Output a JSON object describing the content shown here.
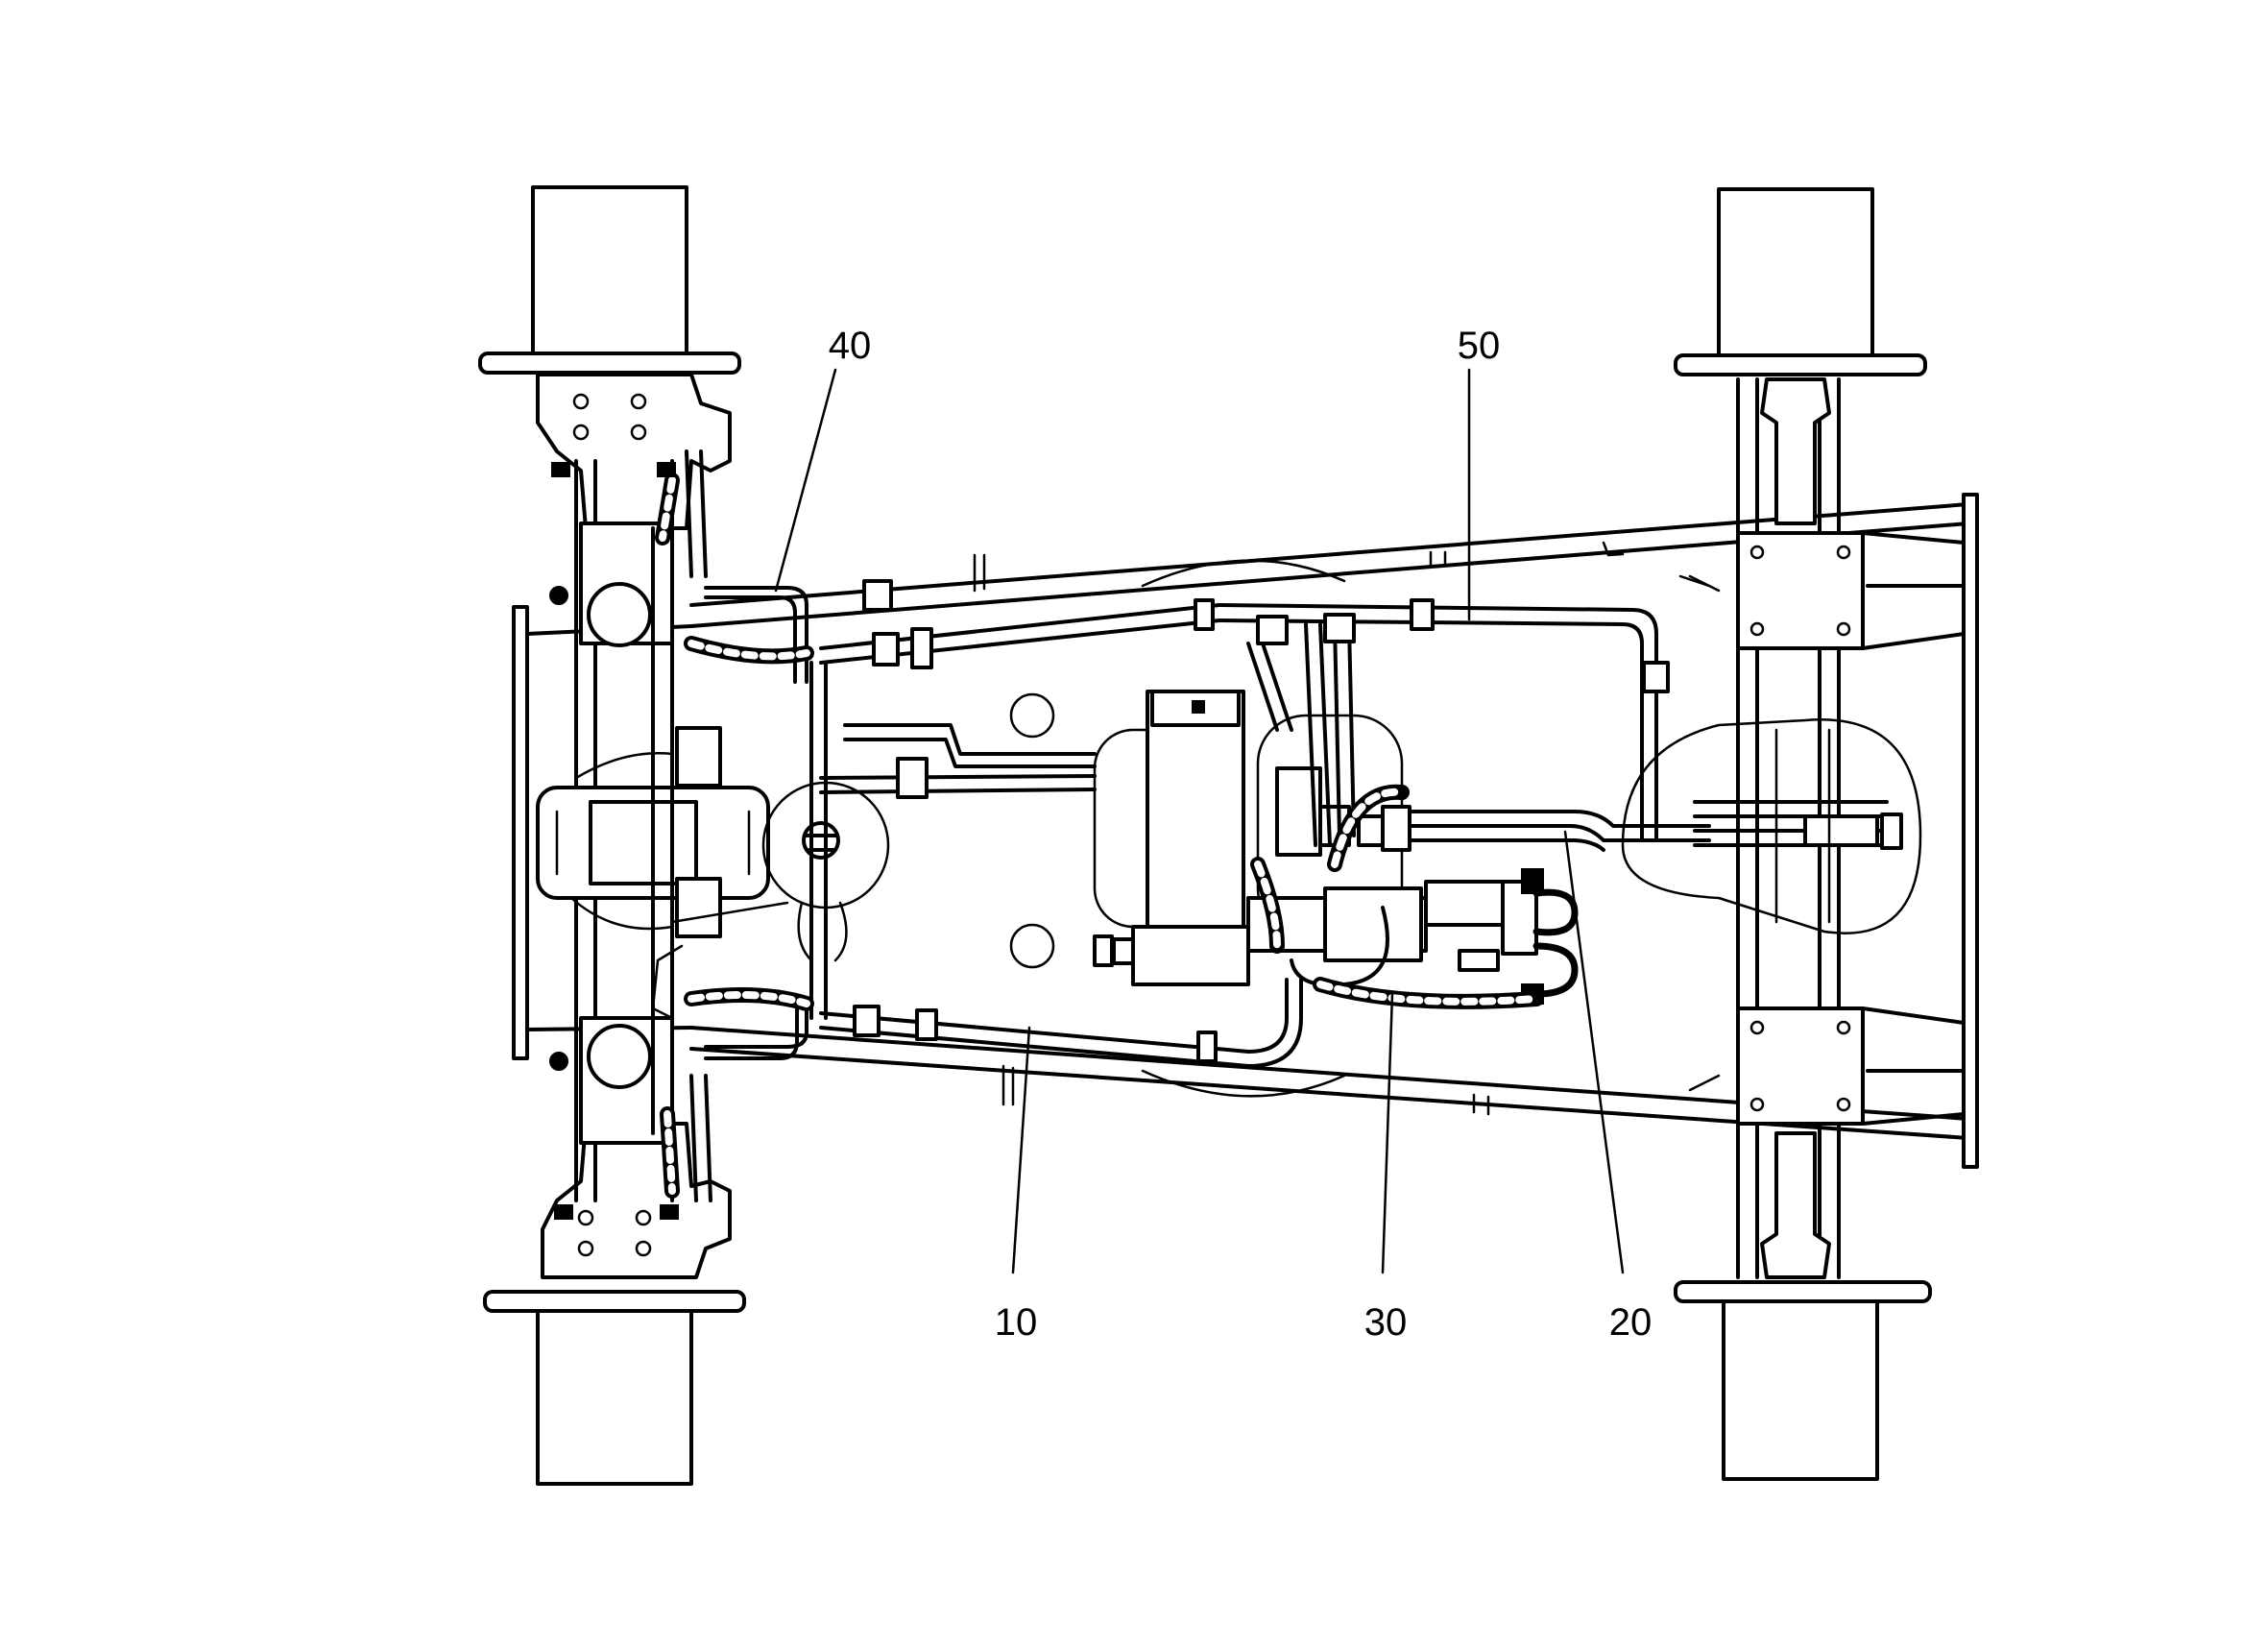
{
  "diagram": {
    "callouts": [
      {
        "id": "label-40",
        "text": "40"
      },
      {
        "id": "label-50",
        "text": "50"
      },
      {
        "id": "label-10",
        "text": "10"
      },
      {
        "id": "label-30",
        "text": "30"
      },
      {
        "id": "label-20",
        "text": "20"
      }
    ]
  }
}
